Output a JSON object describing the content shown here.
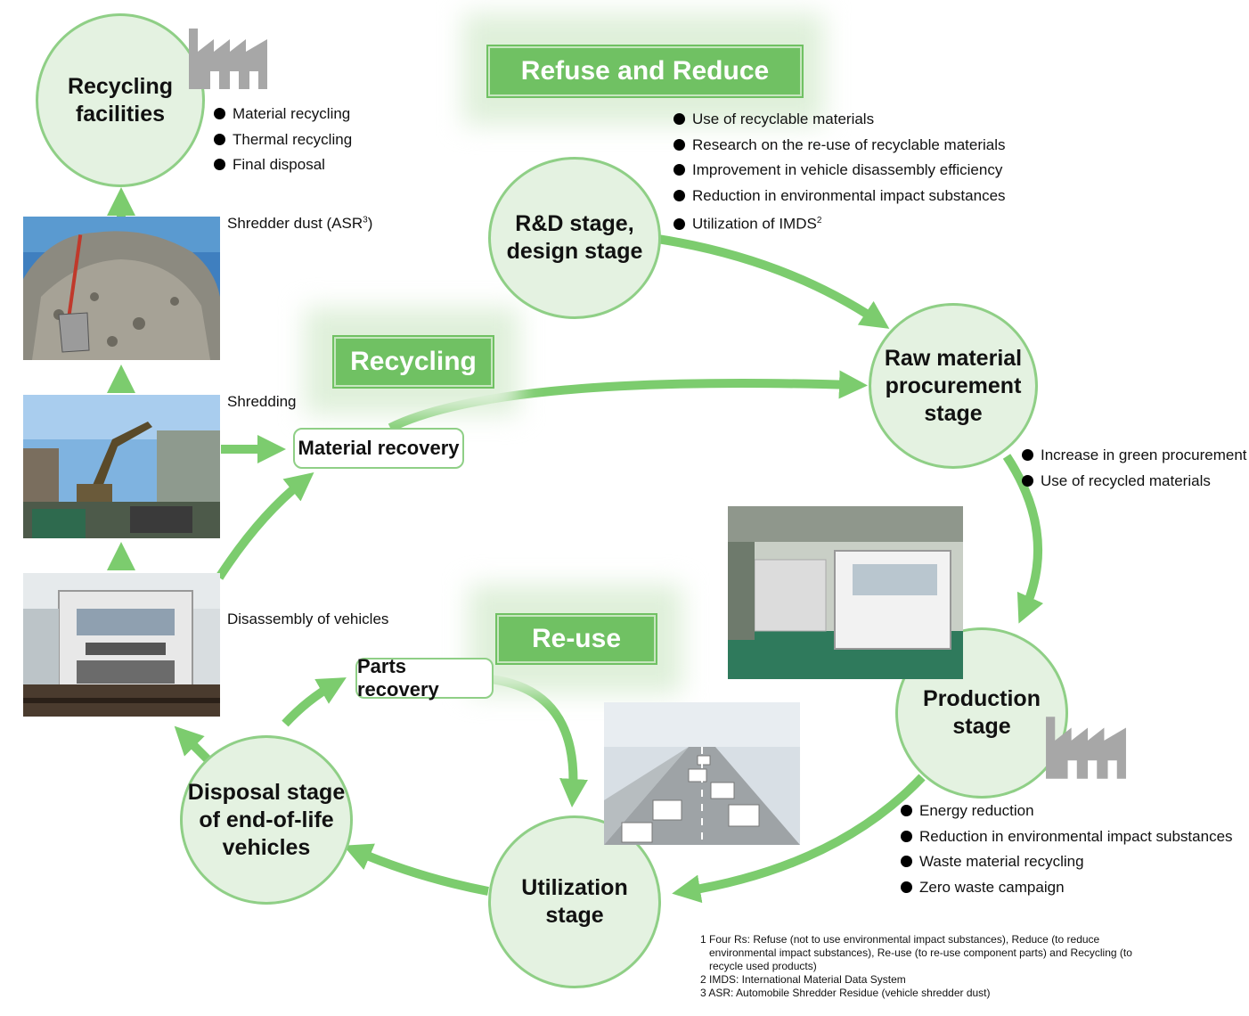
{
  "stages": {
    "recycling_facilities": "Recycling\nfacilities",
    "rd_design": "R&D stage,\ndesign stage",
    "raw_material": "Raw material\nprocurement\nstage",
    "production": "Production\nstage",
    "utilization": "Utilization\nstage",
    "disposal": "Disposal stage\nof end-of-life\nvehicles"
  },
  "banners": {
    "refuse_reduce": "Refuse and Reduce",
    "recycling": "Recycling",
    "reuse": "Re-use"
  },
  "pills": {
    "material_recovery": "Material recovery",
    "parts_recovery": "Parts recovery"
  },
  "lists": {
    "recycling_facilities": [
      "Material recycling",
      "Thermal recycling",
      "Final disposal"
    ],
    "rd_design": [
      "Use of recyclable materials",
      "Research on the re-use of recyclable materials",
      "Improvement in vehicle disassembly efficiency",
      "Reduction in environmental impact substances",
      "Utilization of IMDS"
    ],
    "raw_material": [
      "Increase in green procurement",
      "Use of recycled materials"
    ],
    "production": [
      "Energy reduction",
      "Reduction in environmental impact substances",
      "Waste material recycling",
      "Zero waste campaign"
    ]
  },
  "superscripts": {
    "imds": "2",
    "asr": "3"
  },
  "photo_labels": {
    "shredder_dust": "Shredder dust (ASR",
    "shredder_dust_close": ")",
    "shredding": "Shredding",
    "disassembly": "Disassembly of vehicles"
  },
  "footnotes": [
    "1 Four Rs: Refuse (not to use environmental impact substances), Reduce (to reduce",
    "   environmental impact substances), Re-use (to re-use component parts) and Recycling (to",
    "   recycle used products)",
    "2 IMDS: International Material Data System",
    "3 ASR: Automobile Shredder Residue (vehicle shredder dust)"
  ],
  "colors": {
    "arrow": "#7ccc6e",
    "circle_fill": "#e4f2e1",
    "circle_border": "#8fcf86",
    "banner": "#70c163",
    "factory": "#a7a7a7"
  },
  "icons": [
    "factory-icon",
    "bullet-dot-icon",
    "arrow-icon"
  ]
}
